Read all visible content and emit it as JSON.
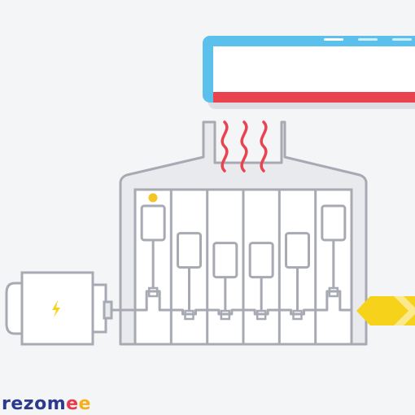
{
  "brand": {
    "prefix": "rezom",
    "suffix": "ee",
    "prefix_color": "#2b3a8f",
    "suffix_letter_colors": [
      "#e63b4a",
      "#f2b01e"
    ]
  },
  "colors": {
    "outline": "#a7a9b3",
    "housing_fill": "#e9eaee",
    "panel_fill": "#ffffff",
    "heat_waves": "#e8434f",
    "monitor_frame": "#5bc1ec",
    "monitor_bar": "#e8434f",
    "arrow": "#f7d21a",
    "bolt": "#f7d21a",
    "status_dot": "#f3c623"
  },
  "icons": {
    "heat": "heat-waves-icon",
    "power": "lightning-bolt-icon",
    "input": "chevron-arrow-icon"
  },
  "diagram": {
    "chamber_count": 6,
    "heat_wave_count": 3,
    "sensor_levels": [
      0.0,
      0.28,
      0.38,
      0.38,
      0.28,
      0.0
    ]
  }
}
